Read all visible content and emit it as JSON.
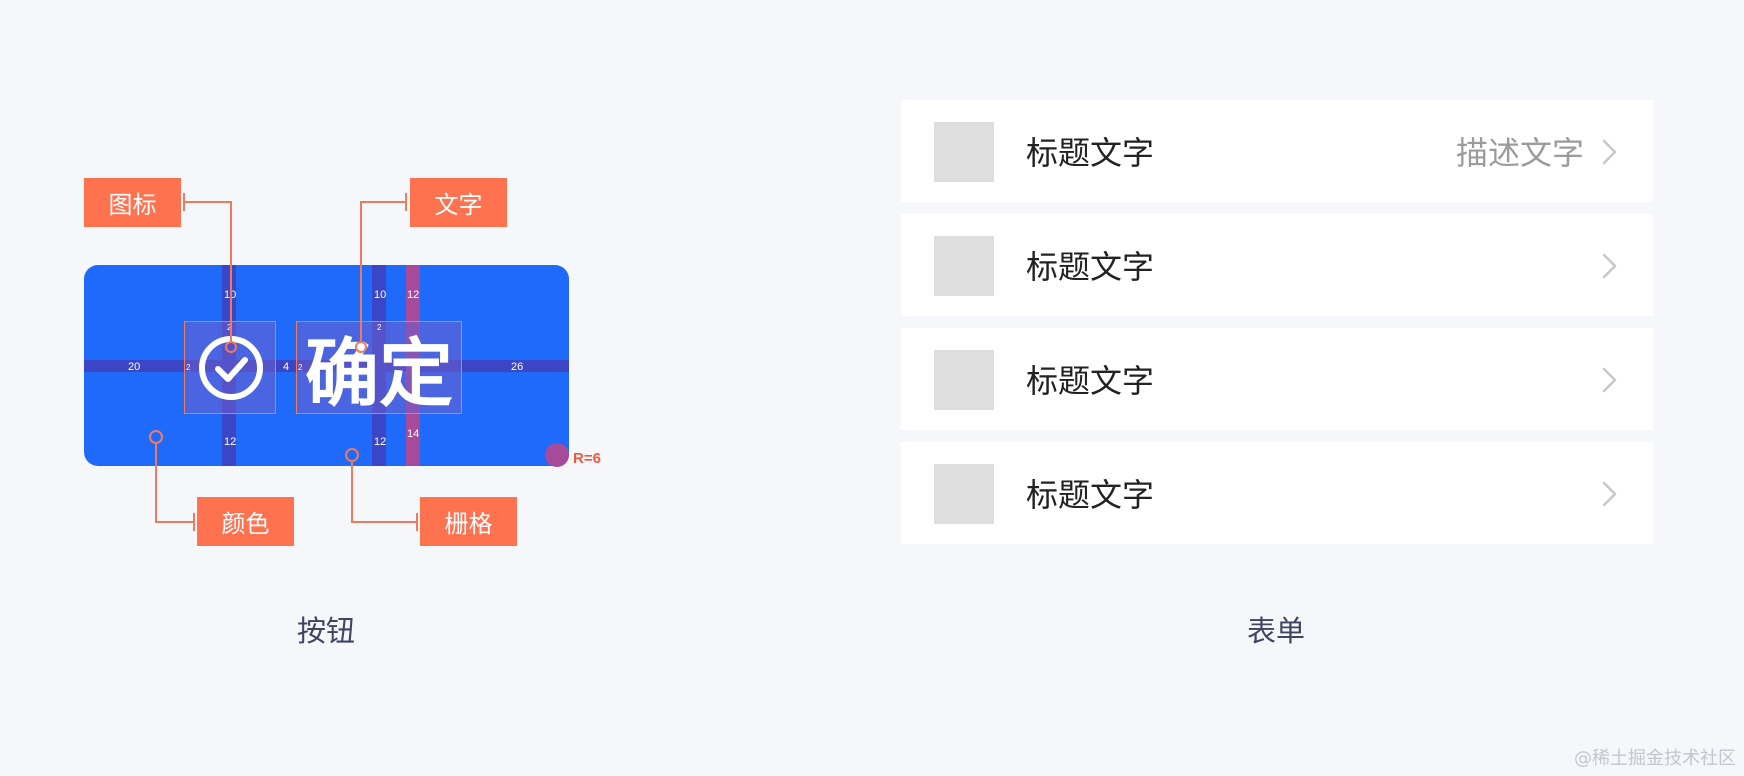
{
  "button_diagram": {
    "button_label": "确定",
    "callouts": {
      "icon": "图标",
      "text": "文字",
      "color": "颜色",
      "grid": "栅格"
    },
    "spacings": {
      "top_icon": "10",
      "top_text": "10",
      "top_right": "12",
      "left": "20",
      "right": "26",
      "between": "4",
      "bottom_icon": "12",
      "bottom_text": "12",
      "bottom_right": "14",
      "inner_icon_top": "2",
      "inner_icon_left": "2",
      "inner_text_top": "2",
      "inner_text_left": "2"
    },
    "radius": "R=6",
    "caption": "按钮",
    "colors": {
      "button": "#1f6afb",
      "callout": "#fe7250",
      "guide": "#3b46c6",
      "guide_accent": "#a64a9a"
    }
  },
  "form_list": {
    "rows": [
      {
        "title": "标题文字",
        "desc": "描述文字"
      },
      {
        "title": "标题文字",
        "desc": ""
      },
      {
        "title": "标题文字",
        "desc": ""
      },
      {
        "title": "标题文字",
        "desc": ""
      }
    ],
    "chevron_icon": "chevron-right-icon",
    "caption": "表单"
  },
  "watermark": "@稀土掘金技术社区"
}
